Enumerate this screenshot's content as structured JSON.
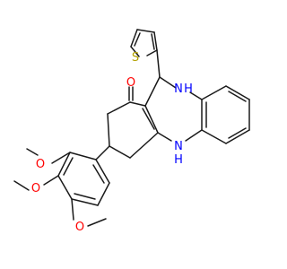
{
  "atoms": {
    "oxygen_ketone": {
      "text": "O",
      "color": "#ff0000"
    },
    "nitrogen_upper": {
      "text": "N",
      "color": "#0000ff"
    },
    "nitrogen_upper_h": {
      "text": "H",
      "color": "#0000ff"
    },
    "nitrogen_lower": {
      "text": "N",
      "color": "#0000ff"
    },
    "nitrogen_lower_h": {
      "text": "H",
      "color": "#0000ff"
    },
    "sulfur": {
      "text": "S",
      "color": "#b3a100"
    },
    "methoxy_oxygen_1": {
      "text": "O",
      "color": "#ff0000"
    },
    "methoxy_oxygen_2": {
      "text": "O",
      "color": "#ff0000"
    },
    "methoxy_oxygen_3": {
      "text": "O",
      "color": "#ff0000"
    }
  },
  "colors": {
    "bond": "#1a1a1a",
    "background": "#ffffff"
  }
}
